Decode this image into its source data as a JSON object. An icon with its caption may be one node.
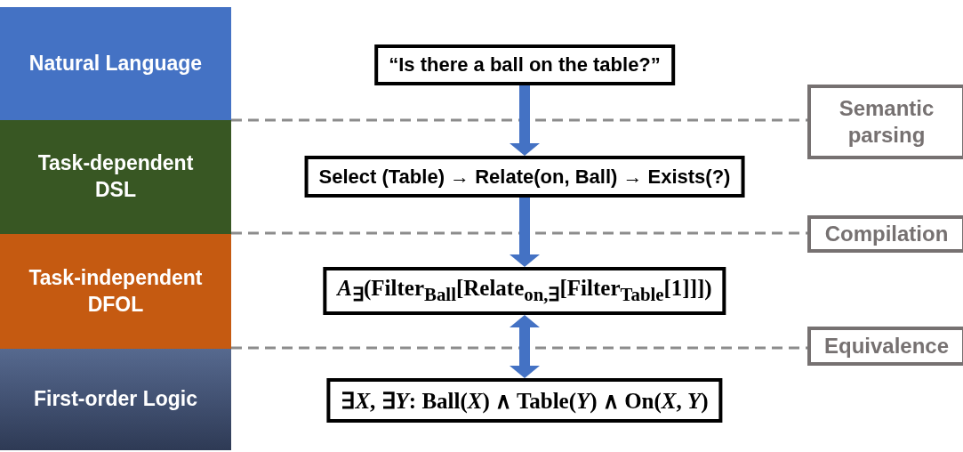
{
  "diagram": {
    "nodes": [
      {
        "text": [
          "Natural Language"
        ]
      },
      {
        "text": [
          "Task-dependent DSL"
        ]
      },
      {
        "text": [
          "Task-independent DFOL"
        ]
      },
      {
        "text": [
          "First-order Logic"
        ]
      },
      {
        "text": [
          "“Is there a ball on the table?”"
        ]
      },
      {
        "text": [
          "Select (Table) → Relate(on, Ball) → Exists(?)"
        ]
      },
      {
        "text": [
          "*A*$_{∃}$(Filter$_{Ball}$[Relate$_{on,∃}$[Filter$_{Table}$[1]]])"
        ]
      },
      {
        "text": [
          "∃*X*, ∃*Y*: Ball(*X*) ∧ Table(*Y*) ∧ On(*X*, *Y*)"
        ]
      },
      {
        "text": [
          "Semantic parsing"
        ]
      },
      {
        "text": [
          "Compilation"
        ]
      },
      {
        "text": [
          "Equivalence"
        ]
      }
    ],
    "edges": [
      {
        "from": 4,
        "to": 5,
        "arrow": "to"
      },
      {
        "from": 5,
        "to": 6,
        "arrow": "to"
      },
      {
        "from": 6,
        "to": 7,
        "arrow": "both"
      }
    ]
  }
}
